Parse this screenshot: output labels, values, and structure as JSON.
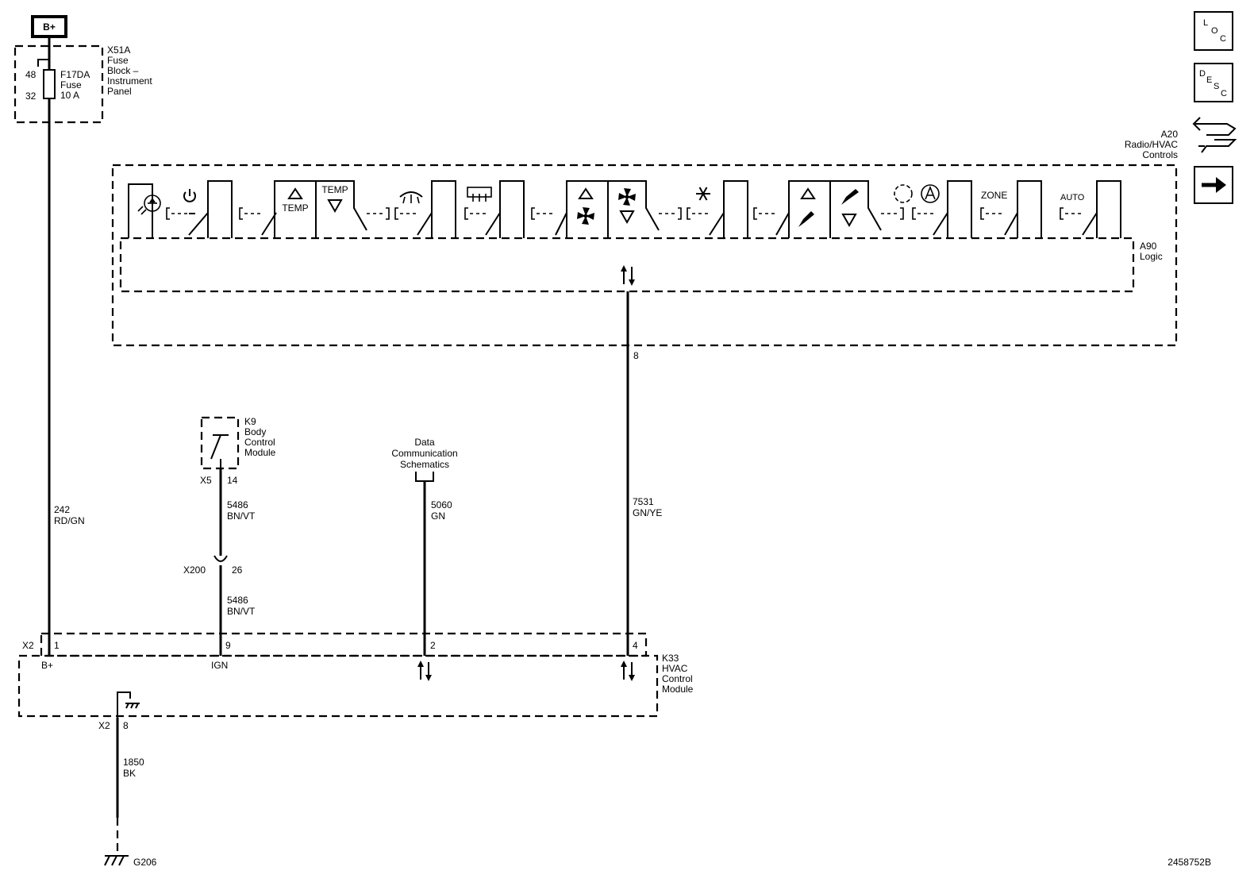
{
  "power": {
    "battery_label": "B+",
    "fuse_block": {
      "name": "X51A",
      "lines": [
        "Fuse",
        "Block –",
        "Instrument",
        "Panel"
      ],
      "pin_in": "48",
      "pin_out": "32"
    },
    "fuse": {
      "name": "F17DA",
      "type": "Fuse",
      "rating": "10 A"
    }
  },
  "wires": {
    "w242": {
      "circuit": "242",
      "color": "RD/GN"
    },
    "w5486a": {
      "circuit": "5486",
      "color": "BN/VT"
    },
    "w5486b": {
      "circuit": "5486",
      "color": "BN/VT"
    },
    "w5060": {
      "circuit": "5060",
      "color": "GN"
    },
    "w7531": {
      "circuit": "7531",
      "color": "GN/YE"
    },
    "w1850": {
      "circuit": "1850",
      "color": "BK"
    }
  },
  "radio_hvac": {
    "name": "A20",
    "lines": [
      "Radio/HVAC",
      "Controls"
    ],
    "logic_name": "A90",
    "logic_label": "Logic",
    "pin": "8",
    "switch_labels": {
      "temp_up": "TEMP",
      "temp_down": "TEMP",
      "zone": "ZONE",
      "auto": "AUTO"
    }
  },
  "bcm": {
    "name": "K9",
    "lines": [
      "Body",
      "Control",
      "Module"
    ],
    "connector": "X5",
    "pin": "14"
  },
  "inline_connector": {
    "name": "X200",
    "pin": "26"
  },
  "data_comm": {
    "lines": [
      "Data",
      "Communication",
      "Schematics"
    ]
  },
  "hvac_module": {
    "name": "K33",
    "lines": [
      "HVAC",
      "Control",
      "Module"
    ],
    "connector": "X2",
    "pins": {
      "bplus": "1",
      "ign": "9",
      "data": "2",
      "lin": "4",
      "gnd": "8"
    },
    "labels": {
      "bplus": "B+",
      "ign": "IGN"
    },
    "ground_connector": "X2"
  },
  "ground": {
    "name": "G206"
  },
  "nav": {
    "loc": {
      "letters": [
        "L",
        "O",
        "C"
      ]
    },
    "desc": {
      "letters": [
        "D",
        "E",
        "S",
        "C"
      ]
    }
  },
  "figure_id": "2458752B"
}
